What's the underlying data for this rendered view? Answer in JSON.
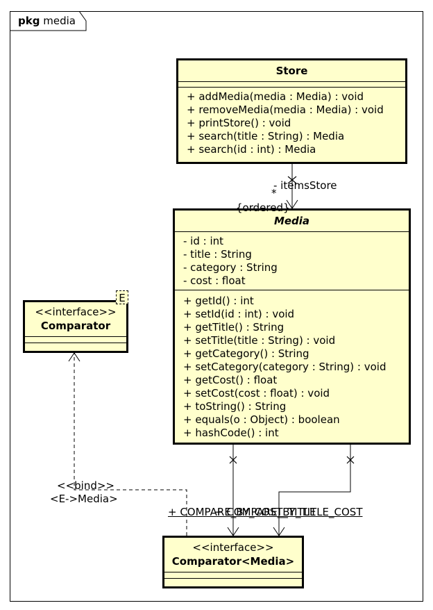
{
  "package": {
    "keyword": "pkg",
    "name": "media"
  },
  "store": {
    "name": "Store",
    "operations": [
      "+ addMedia(media : Media) : void",
      "+ removeMedia(media : Media) : void",
      "+ printStore() : void",
      "+ search(title : String) : Media",
      "+ search(id : int) : Media"
    ]
  },
  "media": {
    "name": "Media",
    "attributes": [
      "- id : int",
      "- title : String",
      "- category : String",
      "- cost : float"
    ],
    "operations": [
      "+ getId() : int",
      "+ setId(id : int) : void",
      "+ getTitle() : String",
      "+ setTitle(title : String) : void",
      "+ getCategory() : String",
      "+ setCategory(category : String) : void",
      "+ getCost() : float",
      "+ setCost(cost : float) : void",
      "+ toString() : String",
      "+ equals(o : Object) : boolean",
      "+ hashCode() : int"
    ]
  },
  "comparator": {
    "stereotype": "<<interface>>",
    "name": "Comparator",
    "type_param": "E"
  },
  "comparator_media": {
    "stereotype": "<<interface>>",
    "name": "Comparator<Media>"
  },
  "associations": {
    "store_media": {
      "role": "- itemsStore",
      "multiplicity": "*",
      "constraint": "{ordered}"
    },
    "cost_title": "+ COMPARE_BY_COST_TITLE",
    "title_cost": "+ COMPARE_BY_TITLE_COST"
  },
  "binding": {
    "keyword": "<<bind>>",
    "param": "<E->Media>"
  }
}
